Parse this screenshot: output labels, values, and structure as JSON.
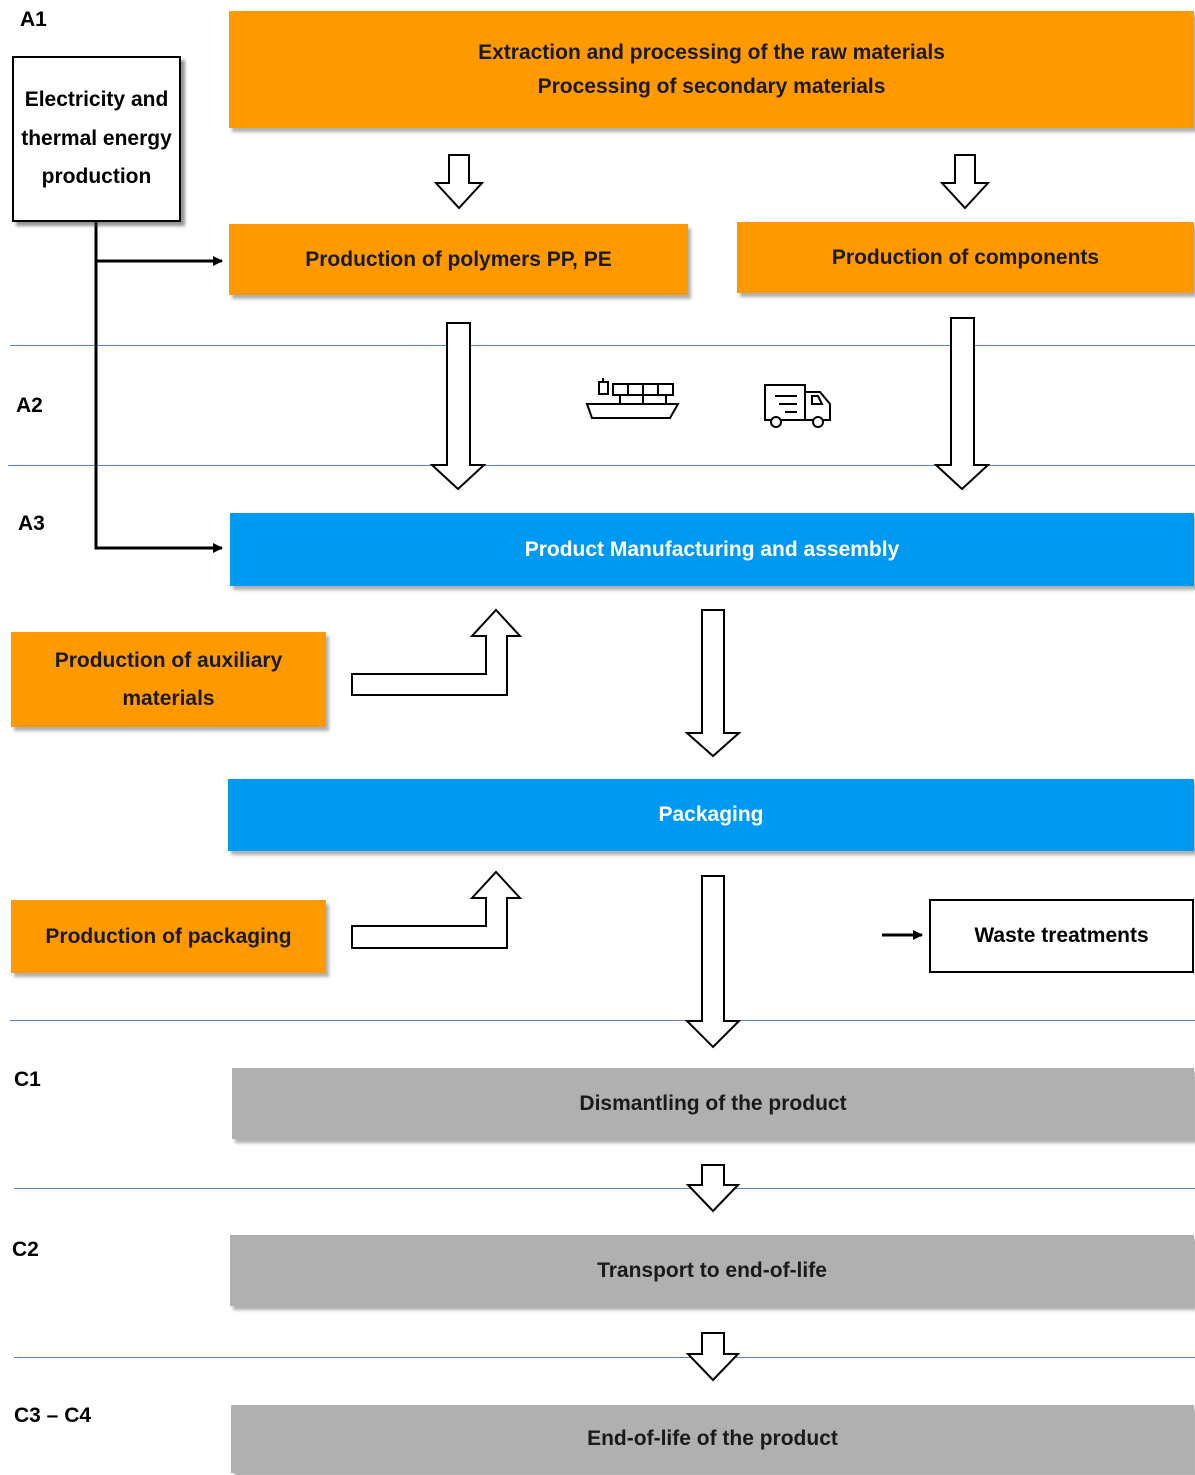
{
  "stages": {
    "a1": "A1",
    "a2": "A2",
    "a3": "A3",
    "c1": "C1",
    "c2": "C2",
    "c3_c4": "C3 – C4"
  },
  "boxes": {
    "extraction": {
      "line1": "Extraction and processing of the raw materials",
      "line2": "Processing of secondary materials"
    },
    "electricity": "Electricity and thermal energy production",
    "polymers": "Production of polymers PP, PE",
    "components": "Production of components",
    "manufacturing": "Product Manufacturing and assembly",
    "auxiliary": "Production of auxiliary materials",
    "packaging": "Packaging",
    "production_packaging": "Production of packaging",
    "waste": "Waste treatments",
    "dismantling": "Dismantling of the product",
    "transport": "Transport to end-of-life",
    "end_of_life": "End-of-life of the product"
  },
  "icons": {
    "ship": "cargo-ship-icon",
    "truck": "delivery-truck-icon"
  },
  "colors": {
    "orange": "#ff9900",
    "blue": "#0099f2",
    "grey": "#b0b0b0",
    "divider": "#5b86c4"
  }
}
